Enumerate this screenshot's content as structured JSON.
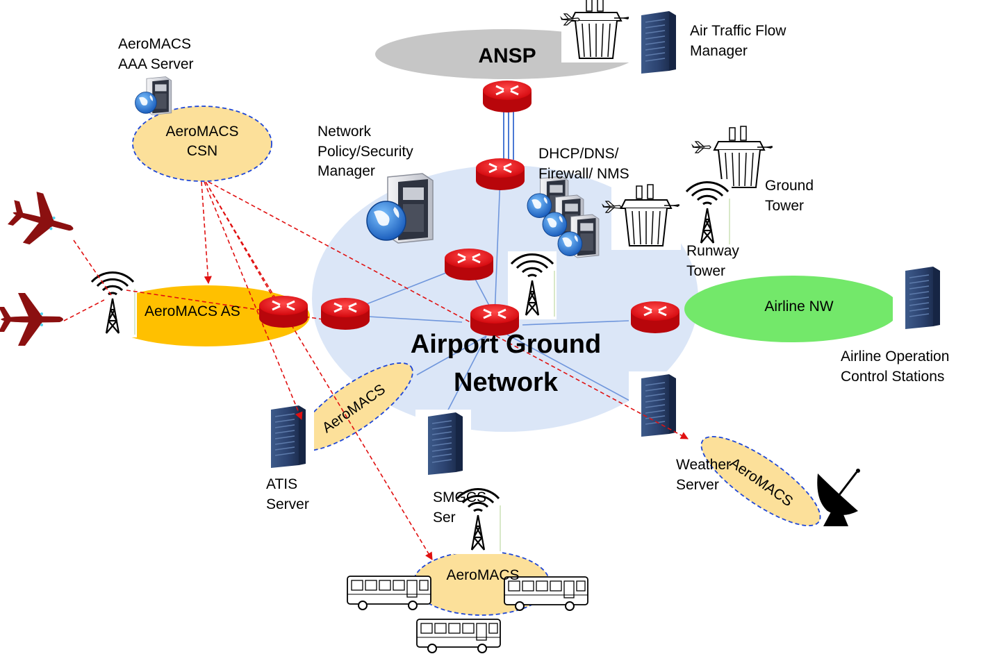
{
  "title": "",
  "colors": {
    "core_network": "#dbe6f7",
    "aeromacs_zone": "#fce09a",
    "aeromacs_as": "#ffc000",
    "airline_nw": "#73e86a",
    "ansp": "#c6c6c6",
    "router": "#e0141a",
    "link_blue": "#6f96dc",
    "link_red_dashed": "#e01010",
    "aircraft": "#8b1010"
  },
  "labels": {
    "ansp": "ANSP",
    "core_line1": "Airport Ground",
    "core_line2": "Network",
    "aeromacs_as": "AeroMACS AS",
    "airline_nw": "Airline NW",
    "csn_line1": "AeroMACS",
    "csn_line2": "CSN",
    "aaa_line1": "AeroMACS",
    "aaa_line2": "AAA Server",
    "atfm_line1": "Air Traffic Flow",
    "atfm_line2": "Manager",
    "npsm_line1": "Network",
    "npsm_line2": "Policy/Security",
    "npsm_line3": "Manager",
    "dhcp_line1": "DHCP/DNS/",
    "dhcp_line2": "Firewall/  NMS",
    "ground_line1": "Ground",
    "ground_line2": "Tower",
    "runway_line1": "Runway",
    "runway_line2": "Tower",
    "aocs_line1": "Airline Operation",
    "aocs_line2": "Control Stations",
    "atis_line1": "ATIS",
    "atis_line2": "Server",
    "smgcs_line1": "SMGCS",
    "smgcs_line2": "Ser",
    "weather_line1": "Weather",
    "weather_line2": "Server",
    "aeromacs_atis": "AeroMACS",
    "aeromacs_weather": "AeroMACS",
    "aeromacs_vehicles": "AeroMACS"
  },
  "icons": {
    "router": "router-icon",
    "server": "server-icon",
    "globe_server": "globe-server-icon",
    "antenna": "antenna-tower-icon",
    "control_tower": "control-tower-icon",
    "aircraft": "aircraft-icon",
    "bus": "bus-icon",
    "satellite_dish": "satellite-dish-icon"
  }
}
